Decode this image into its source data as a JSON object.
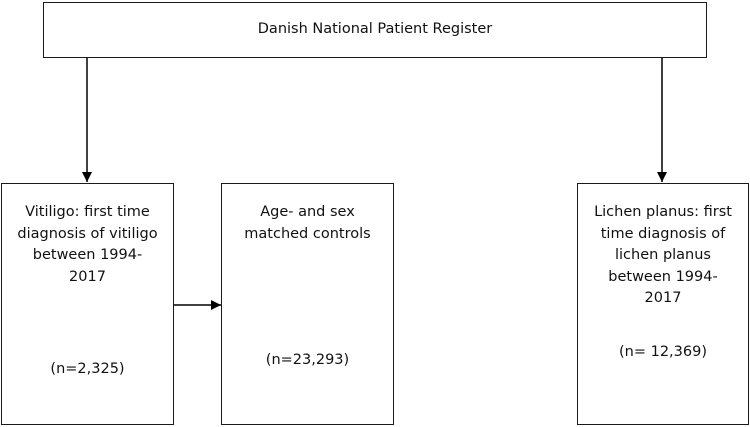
{
  "register": {
    "label": "Danish National Patient Register"
  },
  "vitiligo": {
    "label": "Vitiligo: first time\ndiagnosis of vitiligo\nbetween 1994-\n2017",
    "count": "(n=2,325)"
  },
  "controls": {
    "label": "Age- and sex\nmatched controls",
    "count": "(n=23,293)"
  },
  "lichen_planus": {
    "label": "Lichen planus: first\ntime diagnosis of\nlichen planus\nbetween 1994-\n2017",
    "count": "(n= 12,369)"
  }
}
